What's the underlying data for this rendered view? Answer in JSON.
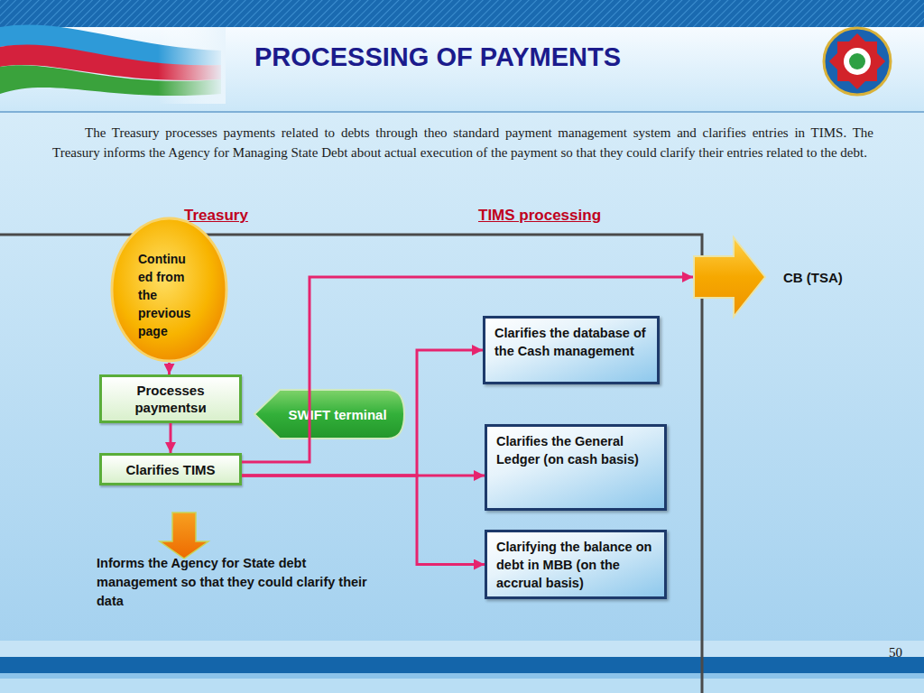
{
  "diagram": {
    "title": "PROCESSING OF PAYMENTS",
    "nodes": [
      {
        "text": [
          "Continued from the previous page"
        ]
      },
      {
        "text": [
          "CB (TSA)"
        ]
      },
      {
        "text": [
          "Clarifies the database of the Cash management"
        ]
      },
      {
        "text": [
          "Processes paymentsи"
        ]
      },
      {
        "text": [
          "SWIFT terminal"
        ]
      },
      {
        "text": [
          "Clarifies the General Ledger (on cash basis)"
        ]
      },
      {
        "text": [
          "Clarifies TIMS"
        ]
      },
      {
        "text": [
          "Clarifying the balance on debt in MBB (on the accrual basis)"
        ]
      }
    ],
    "edges": [
      {
        "from": 0,
        "to": 3,
        "arrow": "to"
      },
      {
        "from": 3,
        "to": 6,
        "arrow": "to"
      },
      {
        "from": 6,
        "to": 1,
        "arrow": "to"
      },
      {
        "from": 6,
        "to": 2,
        "arrow": "to"
      },
      {
        "from": 6,
        "to": 5,
        "arrow": "to"
      },
      {
        "from": 6,
        "to": 7,
        "arrow": "to"
      }
    ],
    "labels": [
      "The Treasury processes payments related to debts through theo standard payment management system and clarifies entries in TIMS. The Treasury informs the Agency for Managing State Debt about actual execution of the payment so that they could clarify their entries related to the debt.",
      "Treasury",
      "TIMS processing",
      "Informs the Agency for State debt management so that they could clarify their data",
      "50"
    ]
  }
}
